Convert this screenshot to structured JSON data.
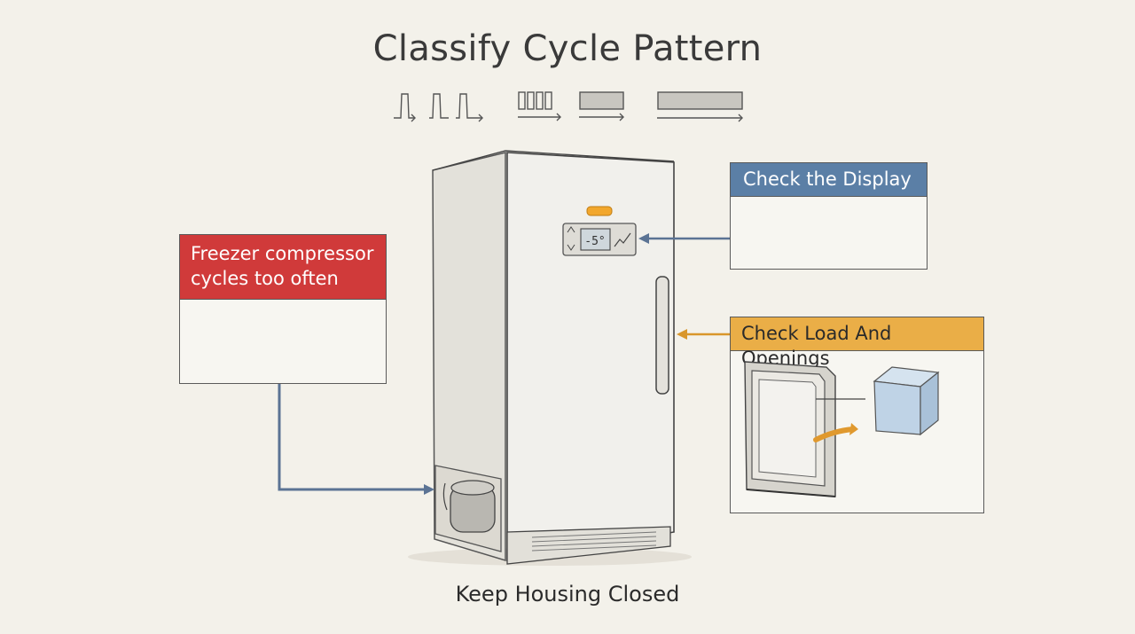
{
  "title": "Classify Cycle Pattern",
  "footer": "Keep Housing Closed",
  "symptom_card": {
    "label": "Freezer compressor cycles too often",
    "color": "#d03a3a"
  },
  "display_card": {
    "label": "Check the Display",
    "color": "#5b7fa6"
  },
  "load_card": {
    "label": "Check Load And Openings",
    "color": "#eaae47"
  },
  "display_panel": {
    "temperature": "-5°"
  },
  "icons": [
    "short-cycle-pulse-icon",
    "frequent-cycle-icon",
    "long-run-icon",
    "continuous-run-icon",
    "trend-graph-icon",
    "up-arrow-icon",
    "down-arrow-icon",
    "door-gasket-icon",
    "ice-cube-icon",
    "compressor-icon"
  ]
}
